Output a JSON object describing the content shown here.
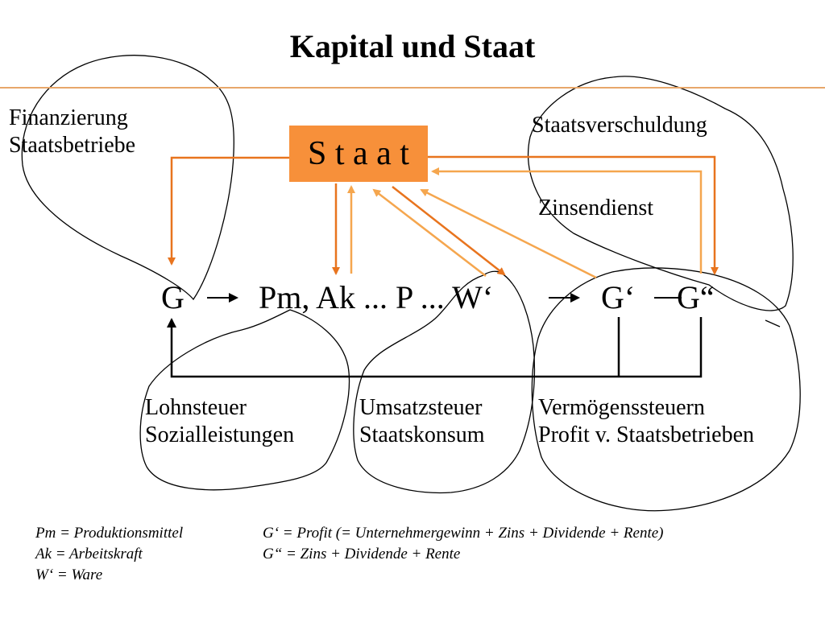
{
  "title": "Kapital und Staat",
  "staat": "S t a a t",
  "labels": {
    "finanzierung_line1": "Finanzierung",
    "finanzierung_line2": "Staatsbetriebe",
    "staatsverschuldung": "Staatsverschuldung",
    "zinsendienst": "Zinsendienst"
  },
  "circuit": {
    "g": "G",
    "pm_ak": "Pm, Ak ... P ... W‘",
    "g_prime": "G‘",
    "g_double": "G“"
  },
  "taxes": {
    "lohnsteuer": "Lohnsteuer",
    "sozialleistungen": "Sozialleistungen",
    "umsatzsteuer": "Umsatzsteuer",
    "staatskonsum": "Staatskonsum",
    "vermoegenssteuern": "Vermögenssteuern",
    "profit_staatsbetriebe": "Profit v. Staatsbetrieben"
  },
  "legend": {
    "pm": "Pm = Produktionsmittel",
    "ak": "Ak = Arbeitskraft",
    "w": "W‘ = Ware",
    "g_prime": "G‘  = Profit (= Unternehmergewinn + Zins + Dividende + Rente)",
    "g_double": "G“ = Zins + Dividende + Rente"
  },
  "colors": {
    "staat_box": "#f7903a",
    "arrow_dark": "#e8741e",
    "arrow_light": "#f5a64e",
    "title_rule": "#e8a76a"
  }
}
